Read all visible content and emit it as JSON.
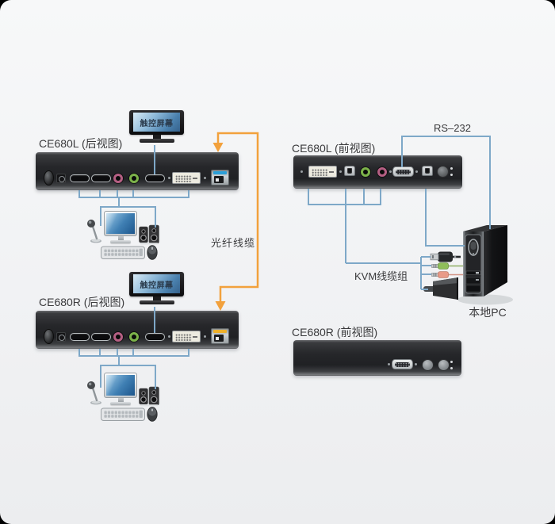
{
  "labels": {
    "ce680l_rear": "CE680L (后视图)",
    "ce680r_rear": "CE680R (后视图)",
    "ce680l_front": "CE680L (前视图)",
    "ce680r_front": "CE680R (前视图)",
    "rs232": "RS–232",
    "fiber_cable": "光纤线缆",
    "kvm_cable_group": "KVM线缆组",
    "local_pc": "本地PC",
    "touchscreen": "触控屏幕"
  },
  "colors": {
    "line_blue": "#7ea8c8",
    "line_orange": "#f2a13c",
    "sfp_latch_ce680l": "#2b9fd8",
    "sfp_latch_ce680r": "#eeb02a",
    "audio_jack_pink": "#b55f83",
    "audio_jack_green": "#7cb24a",
    "panel_background": "#f1f2f4"
  }
}
